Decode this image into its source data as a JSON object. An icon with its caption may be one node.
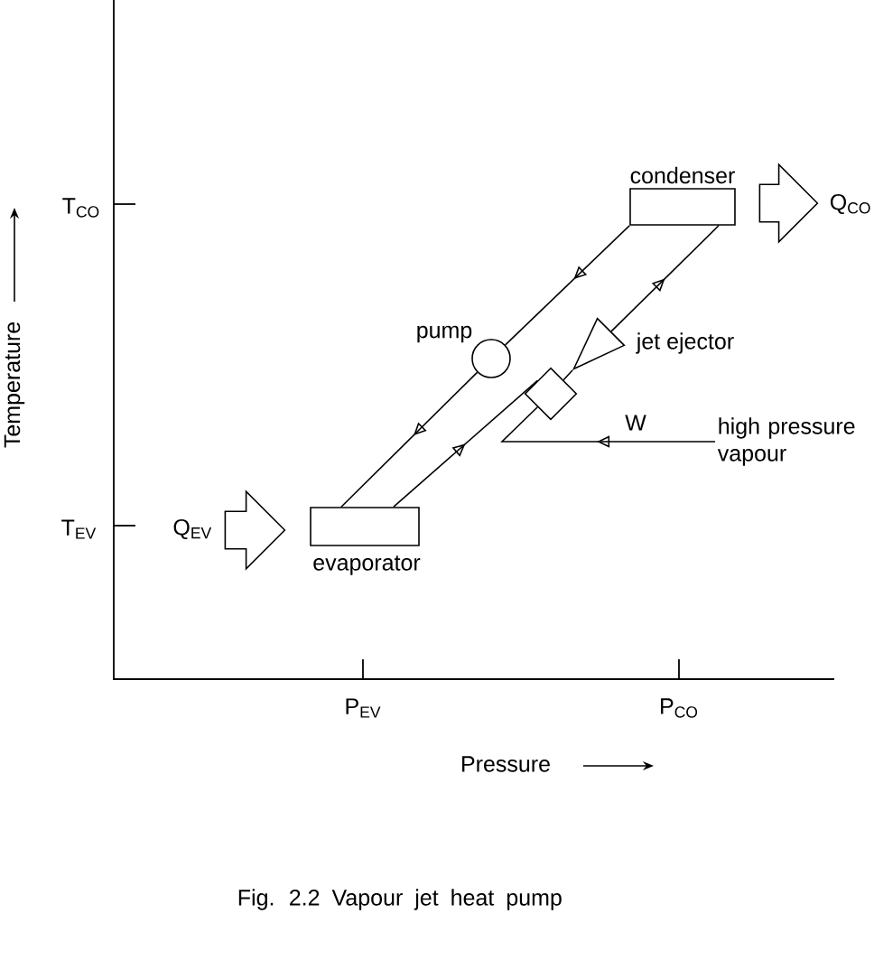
{
  "diagram": {
    "caption": "Fig. 2.2 Vapour jet heat pump",
    "nodes": [
      {
        "text": [
          "condenser"
        ]
      },
      {
        "text": [
          "Q$_{CO}$"
        ]
      },
      {
        "text": [
          "pump"
        ]
      },
      {
        "text": [
          "jet ejector"
        ]
      },
      {
        "text": [],
        "shape": "diamond"
      },
      {
        "text": [
          "high pressure vapour"
        ]
      },
      {
        "text": [
          "Q$_{EV}$"
        ]
      },
      {
        "text": [
          "evaporator"
        ]
      }
    ],
    "edges": [
      {
        "from": 0,
        "to": 2,
        "arrow": "to"
      },
      {
        "from": 2,
        "to": 7,
        "arrow": "to"
      },
      {
        "from": 7,
        "to": 4,
        "arrow": "to"
      },
      {
        "from": 5,
        "to": 4,
        "arrow": "to",
        "label": "W"
      },
      {
        "from": 4,
        "to": 3,
        "arrow": "none"
      },
      {
        "from": 3,
        "to": 0,
        "arrow": "to"
      }
    ],
    "labels": [
      "T$_{CO}$",
      "Temperature",
      "T$_{EV}$",
      "P$_{EV}$",
      "P$_{CO}$",
      "Pressure"
    ]
  }
}
